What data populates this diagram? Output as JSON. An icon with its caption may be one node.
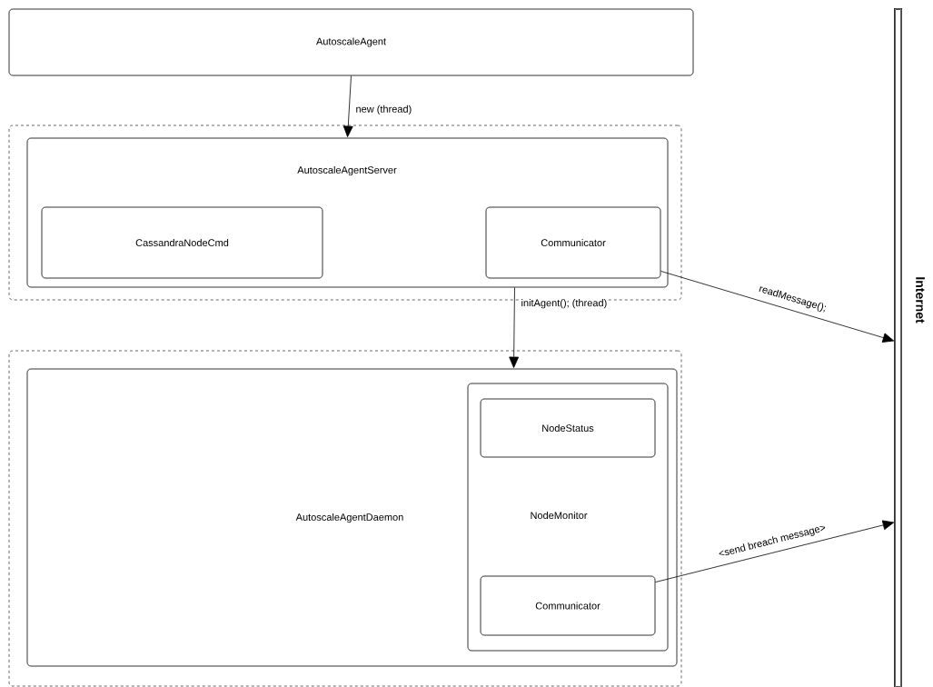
{
  "diagram": {
    "nodes": [
      {
        "text": [
          "AutoscaleAgent"
        ]
      },
      {
        "text": [],
        "shape": "box"
      },
      {
        "text": [
          "AutoscaleAgentServer"
        ],
        "in": 1
      },
      {
        "text": [
          "CassandraNodeCmd"
        ],
        "in": 2
      },
      {
        "text": [
          "Communicator"
        ],
        "in": 2
      },
      {
        "text": [],
        "shape": "box"
      },
      {
        "text": [
          "AutoscaleAgentDaemon"
        ],
        "in": 5
      },
      {
        "text": [
          "NodeMonitor"
        ],
        "in": 6
      },
      {
        "text": [
          "NodeStatus"
        ],
        "in": 7
      },
      {
        "text": [
          "Communicator"
        ],
        "in": 7
      },
      {
        "text": [
          "Internet"
        ]
      }
    ],
    "edges": [
      {
        "from": 0,
        "to": 2,
        "arrow": "to",
        "label": "new (thread)"
      },
      {
        "from": 2,
        "to": 6,
        "arrow": "to",
        "label": "initAgent(); (thread)"
      },
      {
        "from": 4,
        "to": 10,
        "arrow": "to",
        "label": "readMessage();"
      },
      {
        "from": 9,
        "to": 10,
        "arrow": "to",
        "label": "<send breach message>"
      }
    ]
  }
}
